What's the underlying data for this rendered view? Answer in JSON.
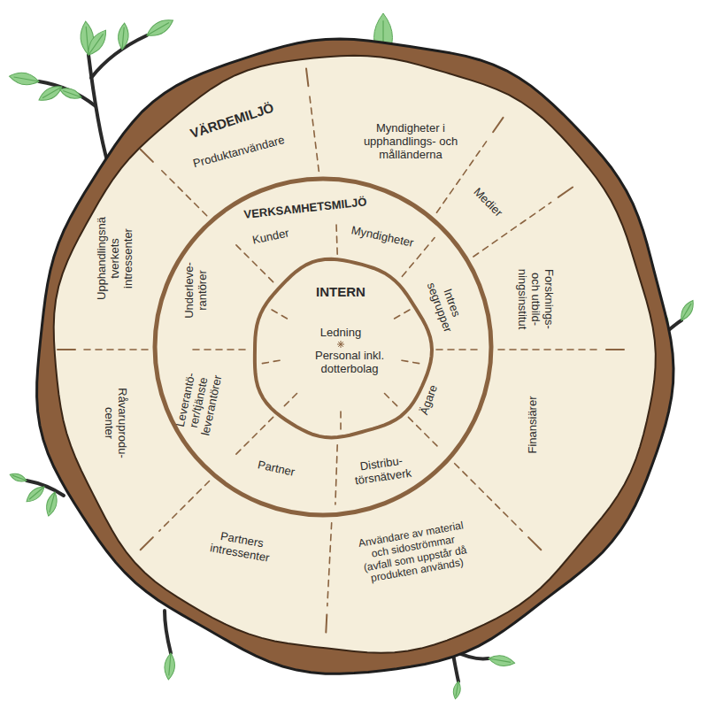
{
  "diagram": {
    "nodes": [
      {
        "text": [
          "VÄRDEMILJÖ",
          "Produktanvändare",
          "Myndigheter i upphandlings- och målländerna",
          "Medier",
          "Forsknings- och utbild- ningsinstitut",
          "Finansiärer",
          "Användare av material och sidoströmmar (avfall som uppstår då produkten används)",
          "Partners intressenter",
          "Råvaruprodu- center",
          "Upphandlingsnä tverkets intressenter"
        ]
      },
      {
        "text": [
          "VERKSAMHETSMILJÖ",
          "Kunder",
          "Myndigheter",
          "Intres segrupper",
          "Ägare",
          "Distribu- törsnätverk",
          "Partner",
          "Leverantö- rer/tjänste leverantörer",
          "Underleve- rantörer"
        ],
        "in": 0
      },
      {
        "text": [
          "INTERN",
          "Ledning",
          "Personal inkl. dotterbolag"
        ],
        "in": 1
      }
    ]
  }
}
